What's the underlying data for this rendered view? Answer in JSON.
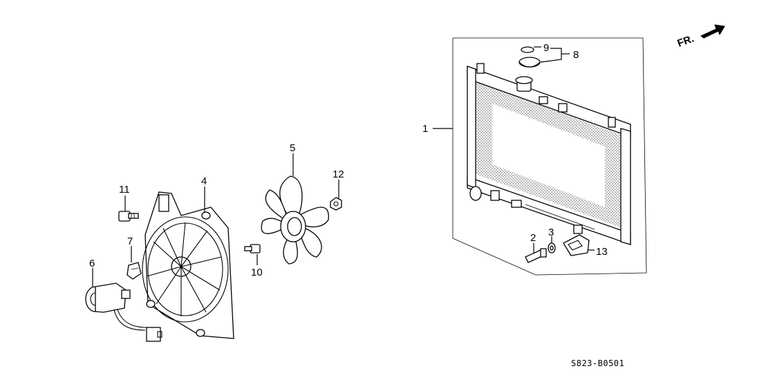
{
  "callouts": {
    "c1": "1",
    "c2": "2",
    "c3": "3",
    "c4": "4",
    "c5": "5",
    "c6": "6",
    "c7": "7",
    "c8": "8",
    "c9": "9",
    "c10": "10",
    "c11": "11",
    "c12": "12",
    "c13": "13"
  },
  "direction_marker": "FR.",
  "diagram_code": "S823-B0501"
}
